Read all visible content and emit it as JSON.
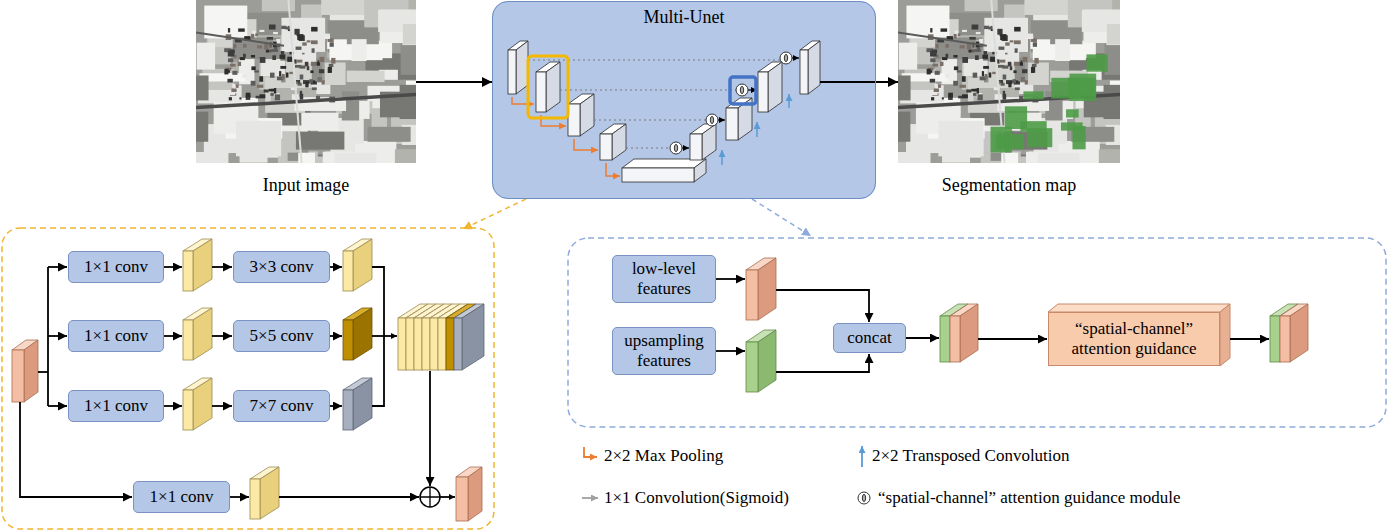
{
  "diagram": {
    "nodes": [
      {
        "text": [
          "Input image"
        ]
      },
      {
        "text": [
          "Multi-Unet"
        ]
      },
      {
        "text": [
          "Segmentation map"
        ]
      },
      {
        "text": [
          "1×1 conv"
        ]
      },
      {
        "text": [
          "3×3 conv"
        ]
      },
      {
        "text": [
          "1×1 conv"
        ]
      },
      {
        "text": [
          "5×5 conv"
        ]
      },
      {
        "text": [
          "1×1 conv"
        ]
      },
      {
        "text": [
          "7×7 conv"
        ]
      },
      {
        "text": [
          "1×1 conv"
        ]
      },
      {
        "text": [
          "low-level features"
        ]
      },
      {
        "text": [
          "upsampling features"
        ]
      },
      {
        "text": [
          "concat"
        ]
      },
      {
        "text": [
          "“spatial-channel” attention guidance"
        ]
      }
    ],
    "edges": [
      {
        "from": 0,
        "to": 1,
        "arrow": "to"
      },
      {
        "from": 1,
        "to": 2,
        "arrow": "to"
      }
    ],
    "legend": [
      {
        "text": "2×2 Max Pooling"
      },
      {
        "text": "2×2 Transposed Convolution"
      },
      {
        "text": "1×1 Convolution(Sigmoid)"
      },
      {
        "text": "“spatial-channel” attention guidance module"
      }
    ]
  }
}
